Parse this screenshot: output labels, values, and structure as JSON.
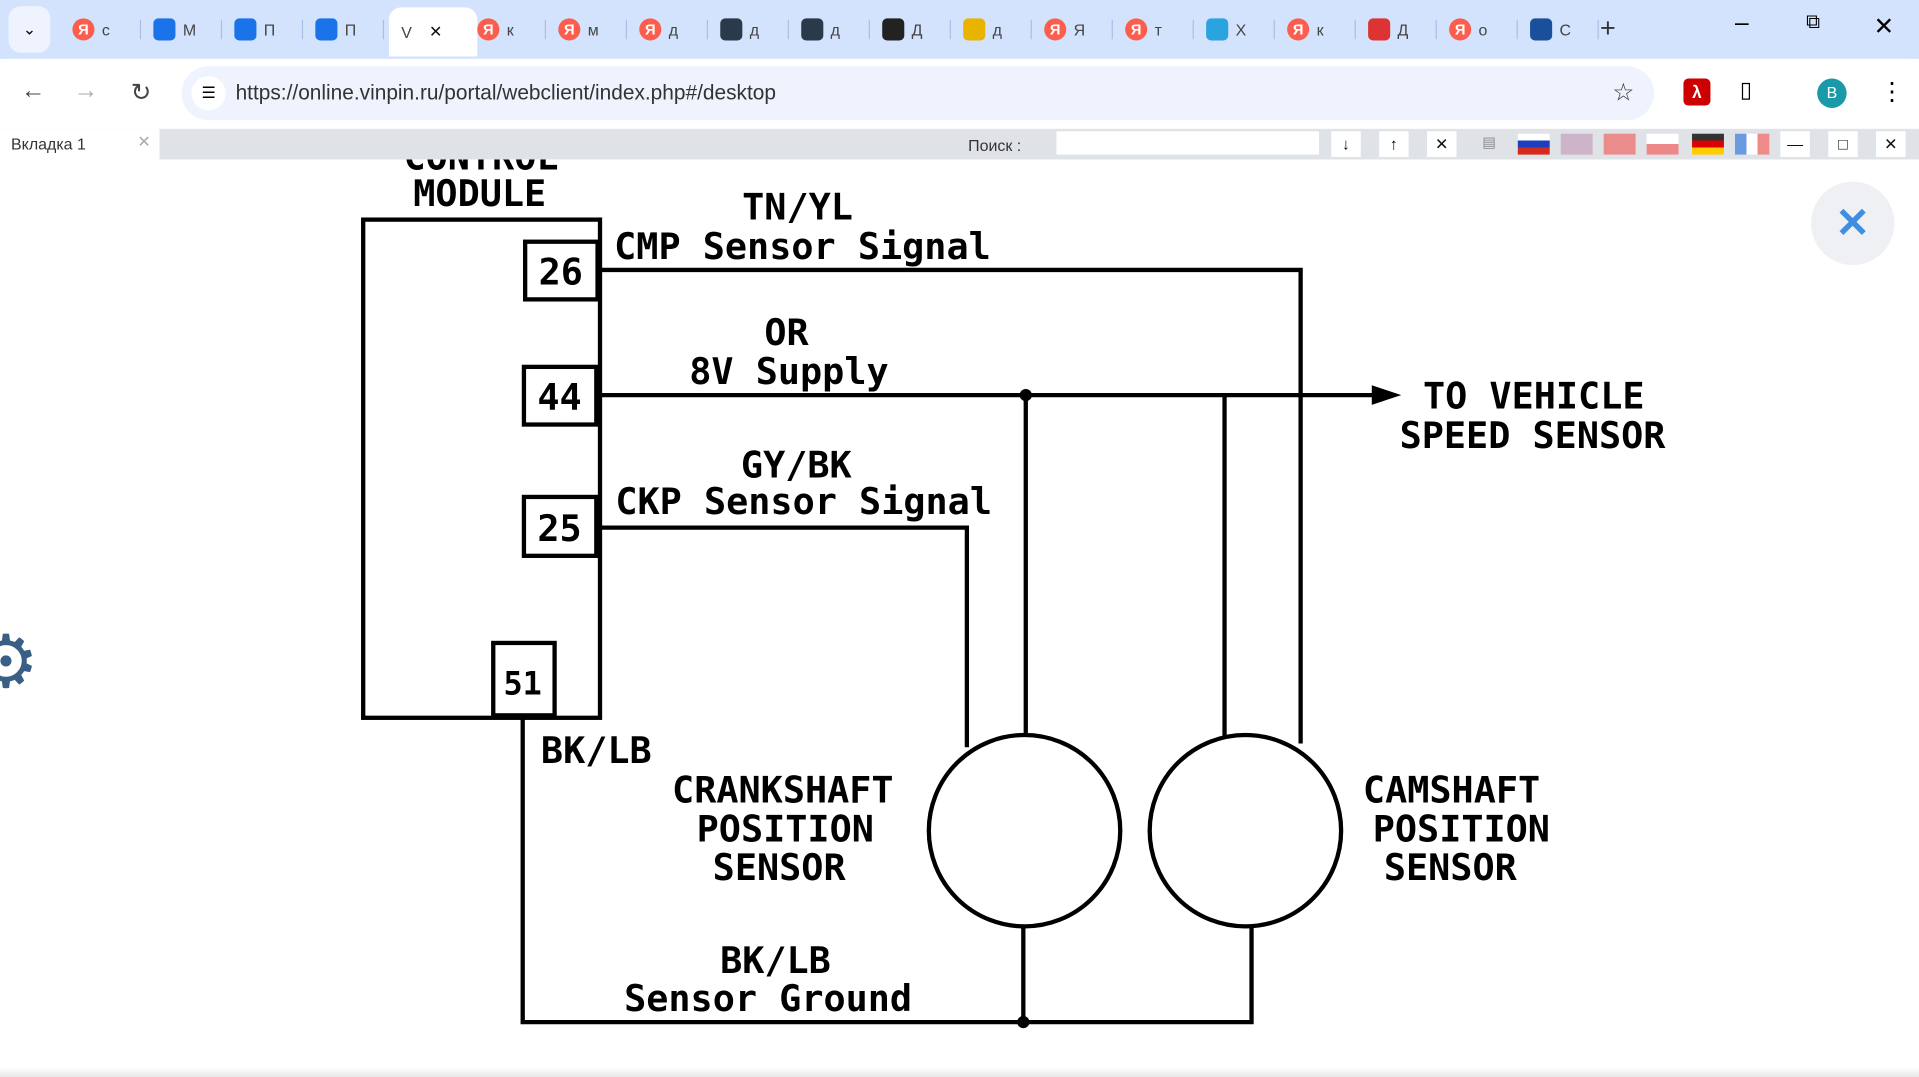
{
  "browser": {
    "tabs": [
      {
        "letter": "с",
        "icon": "yandex-icon",
        "color": "#fc5d4c"
      },
      {
        "letter": "M",
        "icon": "at-mail-icon",
        "color": "#1a73e8"
      },
      {
        "letter": "П",
        "icon": "mail-envelope-icon",
        "color": "#1a73e8"
      },
      {
        "letter": "П",
        "icon": "mail-envelope-icon",
        "color": "#1a73e8"
      },
      {
        "letter": "V",
        "icon": "",
        "color": "",
        "active": true
      },
      {
        "letter": "к",
        "icon": "yandex-icon",
        "color": "#fc5d4c"
      },
      {
        "letter": "м",
        "icon": "yandex-icon",
        "color": "#fc5d4c"
      },
      {
        "letter": "д",
        "icon": "yandex-icon",
        "color": "#fc5d4c"
      },
      {
        "letter": "д",
        "icon": "oscilloscope-icon",
        "color": "#2b3a4a"
      },
      {
        "letter": "д",
        "icon": "oscilloscope-icon",
        "color": "#2b3a4a"
      },
      {
        "letter": "Д",
        "icon": "emblem-icon",
        "color": "#222"
      },
      {
        "letter": "д",
        "icon": "image-icon",
        "color": "#e8b400"
      },
      {
        "letter": "Я",
        "icon": "yandex-icon",
        "color": "#fc5d4c"
      },
      {
        "letter": "т",
        "icon": "yandex-icon",
        "color": "#fc5d4c"
      },
      {
        "letter": "Х",
        "icon": "telegram-icon",
        "color": "#2aa3df"
      },
      {
        "letter": "к",
        "icon": "yandex-icon",
        "color": "#fc5d4c"
      },
      {
        "letter": "Д",
        "icon": "gear-e-icon",
        "color": "#d33"
      },
      {
        "letter": "о",
        "icon": "yandex-icon",
        "color": "#fc5d4c"
      },
      {
        "letter": "С",
        "icon": "wrench-gear-icon",
        "color": "#1a4f9c"
      }
    ],
    "yandex_glyph": "Я",
    "url": "https://online.vinpin.ru/portal/webclient/index.php#/desktop",
    "profile_initial": "B",
    "accent": "#1a9aa8"
  },
  "app": {
    "tab_label": "Вкладка 1",
    "search_label": "Поиск :",
    "search_value": "",
    "flags": [
      "ru",
      "gb",
      "tr",
      "pl",
      "de",
      "fr"
    ]
  },
  "diagram": {
    "module_title_top": "CONTROL",
    "module_title": "MODULE",
    "pins": [
      "26",
      "44",
      "25",
      "51"
    ],
    "w26_color": "TN/YL",
    "w26_name": "CMP Sensor Signal",
    "w44_color": "OR",
    "w44_name": "8V Supply",
    "w25_color": "GY/BK",
    "w25_name": "CKP Sensor Signal",
    "dest1": "TO VEHICLE",
    "dest2": "SPEED SENSOR",
    "w51_color": "BK/LB",
    "crank1": "CRANKSHAFT",
    "crank2": "POSITION",
    "crank3": "SENSOR",
    "cam1": "CAMSHAFT",
    "cam2": "POSITION",
    "cam3": "SENSOR",
    "gnd_color": "BK/LB",
    "gnd_name": "Sensor Ground"
  }
}
